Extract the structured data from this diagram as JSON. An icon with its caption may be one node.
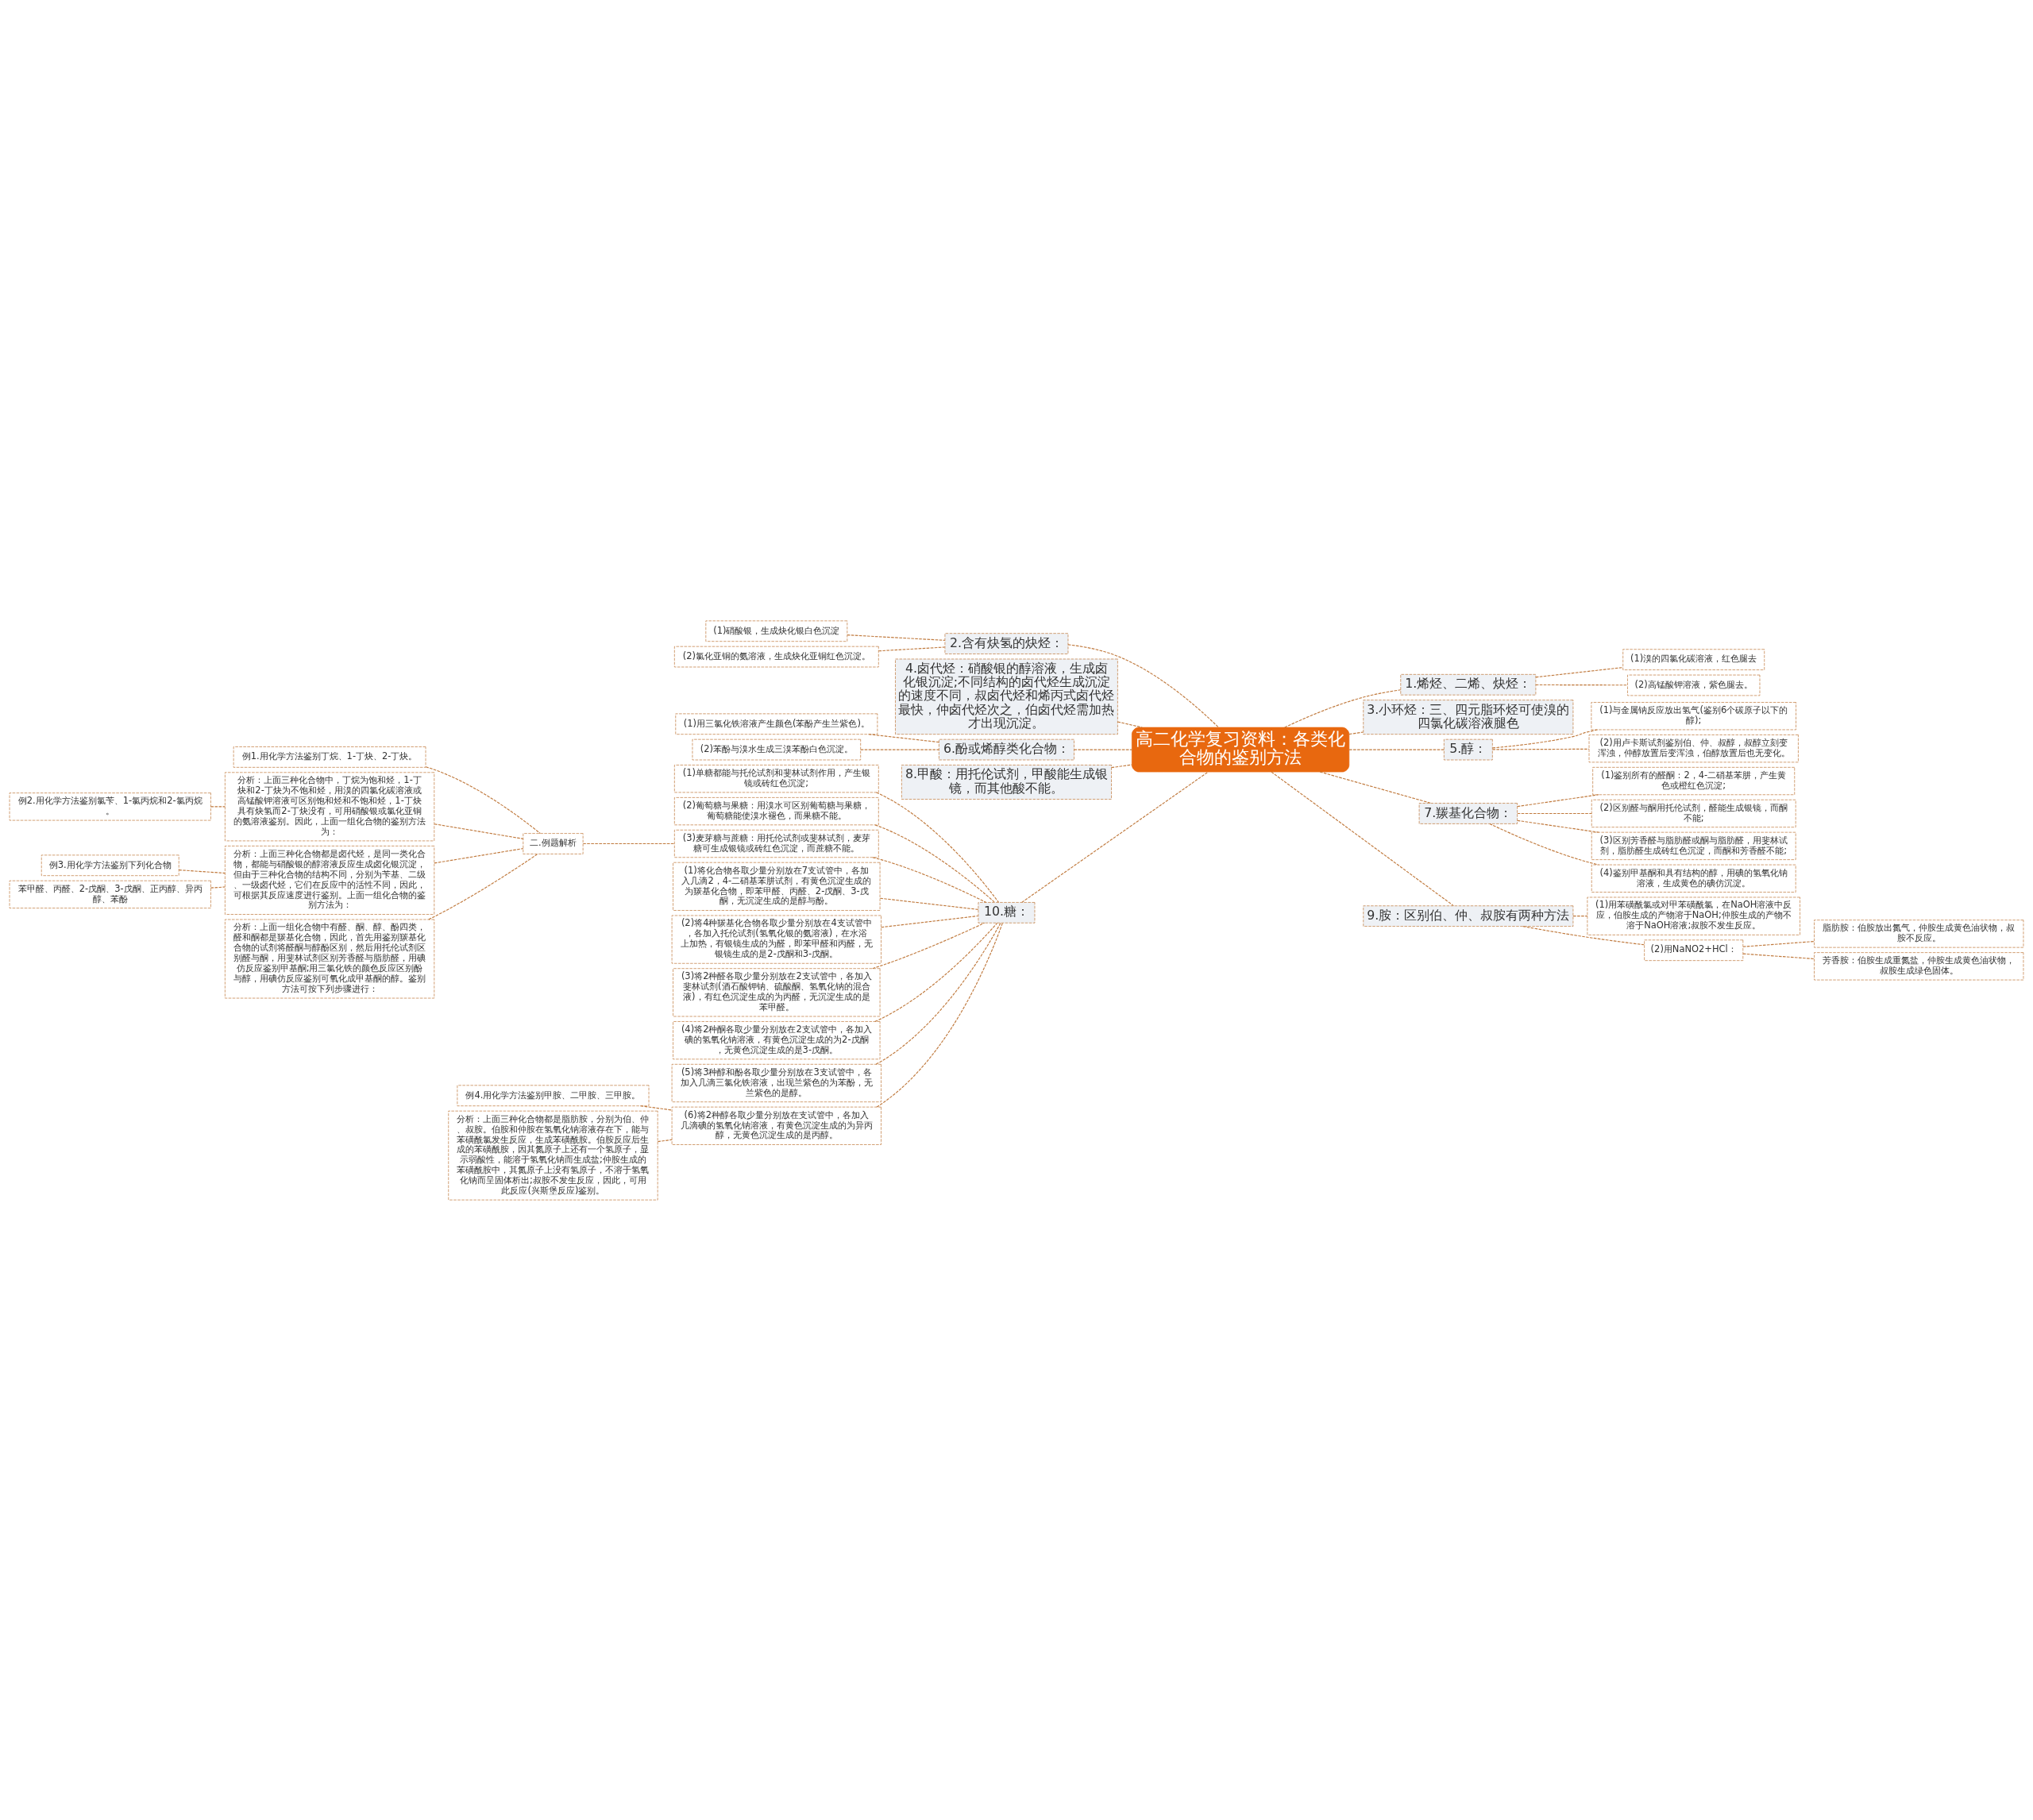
{
  "diagram": {
    "nodes": [
      {
        "text": [
          "高二化学复习资料：各类化合物的鉴别方法"
        ]
      },
      {
        "text": [
          "1.烯烃、二烯、炔烃："
        ]
      },
      {
        "text": [
          "(1)溴的四氯化碳溶液，红色腿去"
        ]
      },
      {
        "text": [
          "(2)高锰酸钾溶液，紫色腿去。"
        ]
      },
      {
        "text": [
          "2.含有炔氢的炔烃："
        ]
      },
      {
        "text": [
          "(1)硝酸银，生成炔化银白色沉淀"
        ]
      },
      {
        "text": [
          "(2)氯化亚铜的氨溶液，生成炔化亚铜红色沉淀。"
        ]
      },
      {
        "text": [
          "3.小环烃：三、四元脂环烃可使溴的四氯化碳溶液腿色"
        ]
      },
      {
        "text": [
          "4.卤代烃：硝酸银的醇溶液，生成卤化银沉淀;不同结构的卤代烃生成沉淀的速度不同，叔卤代烃和烯丙式卤代烃最快，仲卤代烃次之，伯卤代烃需加热才出现沉淀。"
        ]
      },
      {
        "text": [
          "5.醇："
        ]
      },
      {
        "text": [
          "(1)与金属钠反应放出氢气(鉴别6个碳原子以下的醇);"
        ]
      },
      {
        "text": [
          "(2)用卢卡斯试剂鉴别伯、仲、叔醇，叔醇立刻变浑浊，仲醇放置后变浑浊，伯醇放置后也无变化。"
        ]
      },
      {
        "text": [
          "6.酚或烯醇类化合物："
        ]
      },
      {
        "text": [
          "(1)用三氯化铁溶液产生颜色(苯酚产生兰紫色)。"
        ]
      },
      {
        "text": [
          "(2)苯酚与溴水生成三溴苯酚白色沉淀。"
        ]
      },
      {
        "text": [
          "7.羰基化合物："
        ]
      },
      {
        "text": [
          "(1)鉴别所有的醛酮：2，4-二硝基苯肼，产生黄色或橙红色沉淀;"
        ]
      },
      {
        "text": [
          "(2)区别醛与酮用托伦试剂，醛能生成银镜，而酮不能;"
        ]
      },
      {
        "text": [
          "(3)区别芳香醛与脂肪醛或酮与脂肪醛，用斐林试剂，脂肪醛生成砖红色沉淀，而酮和芳香醛不能;"
        ]
      },
      {
        "text": [
          "(4)鉴别甲基酮和具有结构的醇，用碘的氢氧化钠溶液，生成黄色的碘仿沉淀。"
        ]
      },
      {
        "text": [
          "8.甲酸：用托伦试剂，甲酸能生成银镜，而其他酸不能。"
        ]
      },
      {
        "text": [
          "9.胺：区别伯、仲、叔胺有两种方法"
        ]
      },
      {
        "text": [
          "(1)用苯磺酰氯或对甲苯磺酰氯，在NaOH溶液中反应，伯胺生成的产物溶于NaOH;仲胺生成的产物不溶于NaOH溶液;叔胺不发生反应。"
        ]
      },
      {
        "text": [
          "(2)用NaNO2+HCl："
        ]
      },
      {
        "text": [
          "脂肪胺：伯胺放出氮气，仲胺生成黄色油状物，叔胺不反应。"
        ]
      },
      {
        "text": [
          "芳香胺：伯胺生成重氮盐，仲胺生成黄色油状物，叔胺生成绿色固体。"
        ]
      },
      {
        "text": [
          "10.糖："
        ]
      },
      {
        "text": [
          "(1)单糖都能与托伦试剂和斐林试剂作用，产生银镜或砖红色沉淀;"
        ]
      },
      {
        "text": [
          "(2)葡萄糖与果糖：用溴水可区别葡萄糖与果糖，葡萄糖能使溴水褪色，而果糖不能。"
        ]
      },
      {
        "text": [
          "(3)麦芽糖与蔗糖：用托伦试剂或斐林试剂，麦芽糖可生成银镜或砖红色沉淀，而蔗糖不能。"
        ]
      },
      {
        "text": [
          "二.例题解析"
        ]
      },
      {
        "text": [
          "例1.用化学方法鉴别丁烷、1-丁炔、2-丁炔。"
        ]
      },
      {
        "text": [
          "分析：上面三种化合物中，丁烷为饱和烃，1-丁炔和2-丁炔为不饱和烃，用溴的四氯化碳溶液或高锰酸钾溶液可区别饱和烃和不饱和烃，1-丁炔具有炔氢而2-丁炔没有，可用硝酸银或氯化亚铜的氨溶液鉴别。因此，上面一组化合物的鉴别方法为："
        ]
      },
      {
        "text": [
          "例2.用化学方法鉴别氯苄、1-氯丙烷和2-氯丙烷。"
        ]
      },
      {
        "text": [
          "分析：上面三种化合物都是卤代烃，是同一类化合物，都能与硝酸银的醇溶液反应生成卤化银沉淀，但由于三种化合物的结构不同，分别为苄基、二级、一级卤代烃，它们在反应中的活性不同，因此，可根据其反应速度进行鉴别。上面一组化合物的鉴别方法为："
        ]
      },
      {
        "text": [
          "例3.用化学方法鉴别下列化合物"
        ]
      },
      {
        "text": [
          "苯甲醛、丙醛、2-戊酮、3-戊酮、正丙醇、异丙醇、苯酚"
        ]
      },
      {
        "text": [
          "分析：上面一组化合物中有醛、酮、醇、酚四类，醛和酮都是羰基化合物，因此，首先用鉴别羰基化合物的试剂将醛酮与醇酚区别，然后用托伦试剂区别醛与酮，用斐林试剂区别芳香醛与脂肪醛，用碘仿反应鉴别甲基酮;用三氯化铁的颜色反应区别酚与醇，用碘仿反应鉴别可氧化成甲基酮的醇。鉴别方法可按下列步骤进行："
        ]
      },
      {
        "text": [
          "(1)将化合物各取少量分别放在7支试管中，各加入几滴2，4-二硝基苯肼试剂，有黄色沉淀生成的为羰基化合物，即苯甲醛、丙醛、2-戊酮、3-戊酮，无沉淀生成的是醇与酚。"
        ]
      },
      {
        "text": [
          "(2)将4种羰基化合物各取少量分别放在4支试管中，各加入托伦试剂(氢氧化银的氨溶液)，在水浴上加热，有银镜生成的为醛，即苯甲醛和丙醛，无银镜生成的是2-戊酮和3-戊酮。"
        ]
      },
      {
        "text": [
          "(3)将2种醛各取少量分别放在2支试管中，各加入斐林试剂(酒石酸钾钠、硫酸酮、氢氧化钠的混合液)，有红色沉淀生成的为丙醛，无沉淀生成的是苯甲醛。"
        ]
      },
      {
        "text": [
          "(4)将2种酮各取少量分别放在2支试管中，各加入碘的氢氧化钠溶液，有黄色沉淀生成的为2-戊酮，无黄色沉淀生成的是3-戊酮。"
        ]
      },
      {
        "text": [
          "(5)将3种醇和酚各取少量分别放在3支试管中，各加入几滴三氯化铁溶液，出现兰紫色的为苯酚，无兰紫色的是醇。"
        ]
      },
      {
        "text": [
          "(6)将2种醇各取少量分别放在支试管中，各加入几滴碘的氢氧化钠溶液，有黄色沉淀生成的为异丙醇，无黄色沉淀生成的是丙醇。"
        ]
      },
      {
        "text": [
          "例4.用化学方法鉴别甲胺、二甲胺、三甲胺。"
        ]
      },
      {
        "text": [
          "分析：上面三种化合物都是脂肪胺，分别为伯、仲、叔胺。伯胺和仲胺在氢氧化钠溶液存在下，能与苯磺酰氯发生反应，生成苯磺酰胺。伯胺反应后生成的苯磺酰胺，因其氮原子上还有一个氢原子，显示弱酸性，能溶于氢氧化钠而生成盐;仲胺生成的苯磺酰胺中，其氮原子上没有氢原子，不溶于氢氧化钠而呈固体析出;叔胺不发生反应，因此，可用此反应(兴斯堡反应)鉴别。"
        ]
      }
    ],
    "edges": [
      {
        "from": 0,
        "to": 1,
        "arrow": "none",
        "style": "dashed"
      },
      {
        "from": 1,
        "to": 2,
        "arrow": "none",
        "style": "dashed"
      },
      {
        "from": 1,
        "to": 3,
        "arrow": "none",
        "style": "dashed"
      },
      {
        "from": 0,
        "to": 4,
        "arrow": "none",
        "style": "dashed"
      },
      {
        "from": 4,
        "to": 5,
        "arrow": "none",
        "style": "dashed"
      },
      {
        "from": 4,
        "to": 6,
        "arrow": "none",
        "style": "dashed"
      },
      {
        "from": 0,
        "to": 7,
        "arrow": "none",
        "style": "dashed"
      },
      {
        "from": 0,
        "to": 8,
        "arrow": "none",
        "style": "dashed"
      },
      {
        "from": 0,
        "to": 9,
        "arrow": "none",
        "style": "dashed"
      },
      {
        "from": 9,
        "to": 10,
        "arrow": "none",
        "style": "dashed"
      },
      {
        "from": 9,
        "to": 11,
        "arrow": "none",
        "style": "dashed"
      },
      {
        "from": 0,
        "to": 12,
        "arrow": "none",
        "style": "dashed"
      },
      {
        "from": 12,
        "to": 13,
        "arrow": "none",
        "style": "dashed"
      },
      {
        "from": 12,
        "to": 14,
        "arrow": "none",
        "style": "dashed"
      },
      {
        "from": 0,
        "to": 15,
        "arrow": "none",
        "style": "dashed"
      },
      {
        "from": 15,
        "to": 16,
        "arrow": "none",
        "style": "dashed"
      },
      {
        "from": 15,
        "to": 17,
        "arrow": "none",
        "style": "dashed"
      },
      {
        "from": 15,
        "to": 18,
        "arrow": "none",
        "style": "dashed"
      },
      {
        "from": 15,
        "to": 19,
        "arrow": "none",
        "style": "dashed"
      },
      {
        "from": 0,
        "to": 20,
        "arrow": "none",
        "style": "dashed"
      },
      {
        "from": 0,
        "to": 21,
        "arrow": "none",
        "style": "dashed"
      },
      {
        "from": 21,
        "to": 22,
        "arrow": "none",
        "style": "dashed"
      },
      {
        "from": 21,
        "to": 23,
        "arrow": "none",
        "style": "dashed"
      },
      {
        "from": 23,
        "to": 24,
        "arrow": "none",
        "style": "dashed"
      },
      {
        "from": 23,
        "to": 25,
        "arrow": "none",
        "style": "dashed"
      },
      {
        "from": 0,
        "to": 26,
        "arrow": "none",
        "style": "dashed"
      },
      {
        "from": 26,
        "to": 27,
        "arrow": "none",
        "style": "dashed"
      },
      {
        "from": 26,
        "to": 28,
        "arrow": "none",
        "style": "dashed"
      },
      {
        "from": 26,
        "to": 29,
        "arrow": "none",
        "style": "dashed"
      },
      {
        "from": 29,
        "to": 30,
        "arrow": "none",
        "style": "dashed"
      },
      {
        "from": 30,
        "to": 31,
        "arrow": "none",
        "style": "dashed"
      },
      {
        "from": 30,
        "to": 32,
        "arrow": "none",
        "style": "dashed"
      },
      {
        "from": 32,
        "to": 33,
        "arrow": "none",
        "style": "dashed"
      },
      {
        "from": 30,
        "to": 34,
        "arrow": "none",
        "style": "dashed"
      },
      {
        "from": 34,
        "to": 35,
        "arrow": "none",
        "style": "dashed"
      },
      {
        "from": 34,
        "to": 36,
        "arrow": "none",
        "style": "dashed"
      },
      {
        "from": 30,
        "to": 37,
        "arrow": "none",
        "style": "dashed"
      },
      {
        "from": 26,
        "to": 38,
        "arrow": "none",
        "style": "dashed"
      },
      {
        "from": 26,
        "to": 39,
        "arrow": "none",
        "style": "dashed"
      },
      {
        "from": 26,
        "to": 40,
        "arrow": "none",
        "style": "dashed"
      },
      {
        "from": 26,
        "to": 41,
        "arrow": "none",
        "style": "dashed"
      },
      {
        "from": 26,
        "to": 42,
        "arrow": "none",
        "style": "dashed"
      },
      {
        "from": 26,
        "to": 43,
        "arrow": "none",
        "style": "dashed"
      },
      {
        "from": 43,
        "to": 44,
        "arrow": "none",
        "style": "dashed"
      },
      {
        "from": 43,
        "to": 45,
        "arrow": "none",
        "style": "dashed"
      }
    ]
  }
}
